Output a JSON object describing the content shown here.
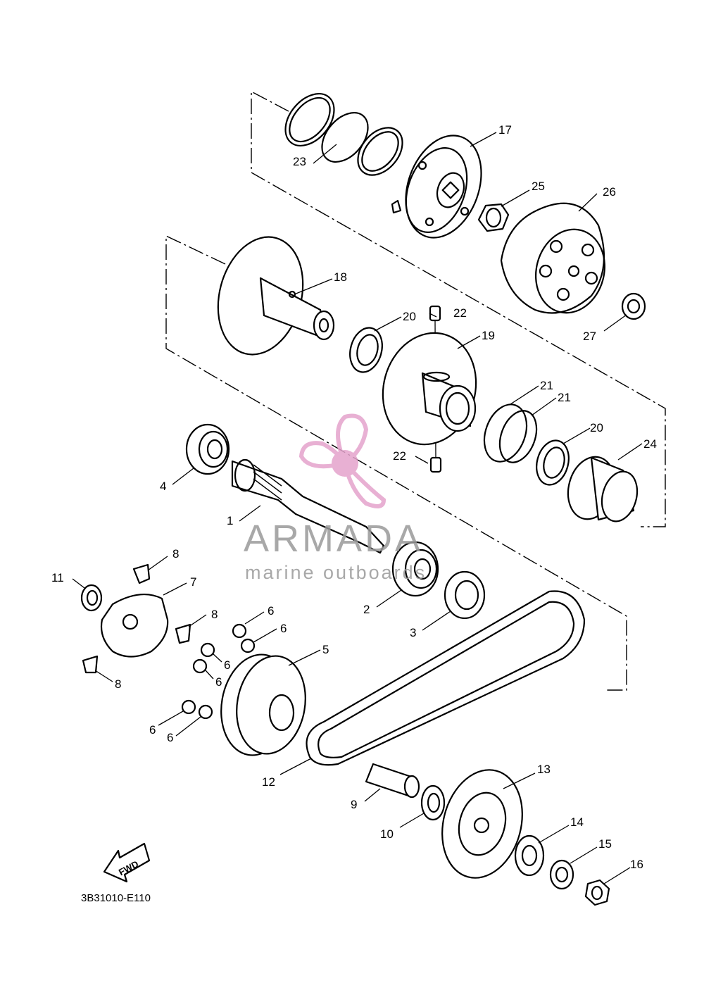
{
  "diagram": {
    "part_labels": [
      "1",
      "2",
      "3",
      "4",
      "5",
      "6",
      "6",
      "6",
      "6",
      "6",
      "6",
      "7",
      "8",
      "8",
      "8",
      "9",
      "10",
      "11",
      "12",
      "13",
      "14",
      "15",
      "16",
      "17",
      "18",
      "19",
      "20",
      "20",
      "21",
      "21",
      "22",
      "22",
      "23",
      "24",
      "25",
      "26",
      "27"
    ],
    "diagram_code": "3B31010-E110",
    "fwd_label": "FWD"
  },
  "watermark": {
    "brand": "ARMADA",
    "tagline": "marine outboards",
    "color": "#e4a3cc"
  }
}
